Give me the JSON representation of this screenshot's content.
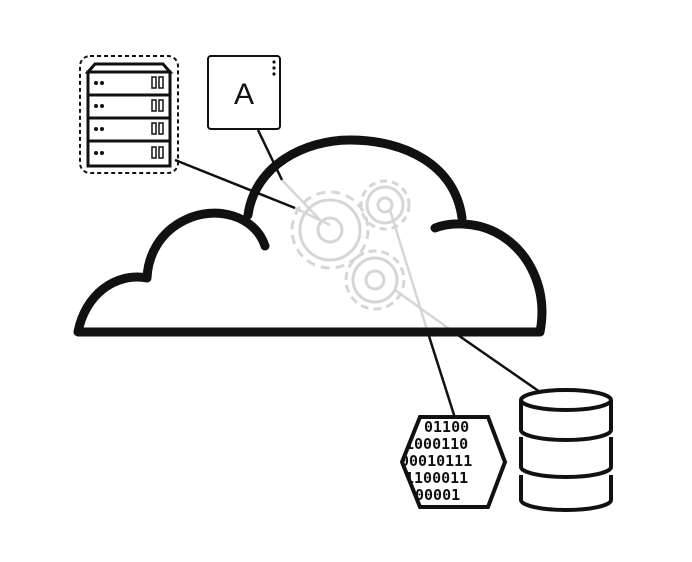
{
  "app_box": {
    "label": "A"
  },
  "data_hex": {
    "rows": [
      "01100",
      "1000110",
      "00010111",
      "1100011",
      "00001"
    ]
  },
  "colors": {
    "stroke": "#111111",
    "gear": "#d6d6d6",
    "background": "#ffffff"
  }
}
